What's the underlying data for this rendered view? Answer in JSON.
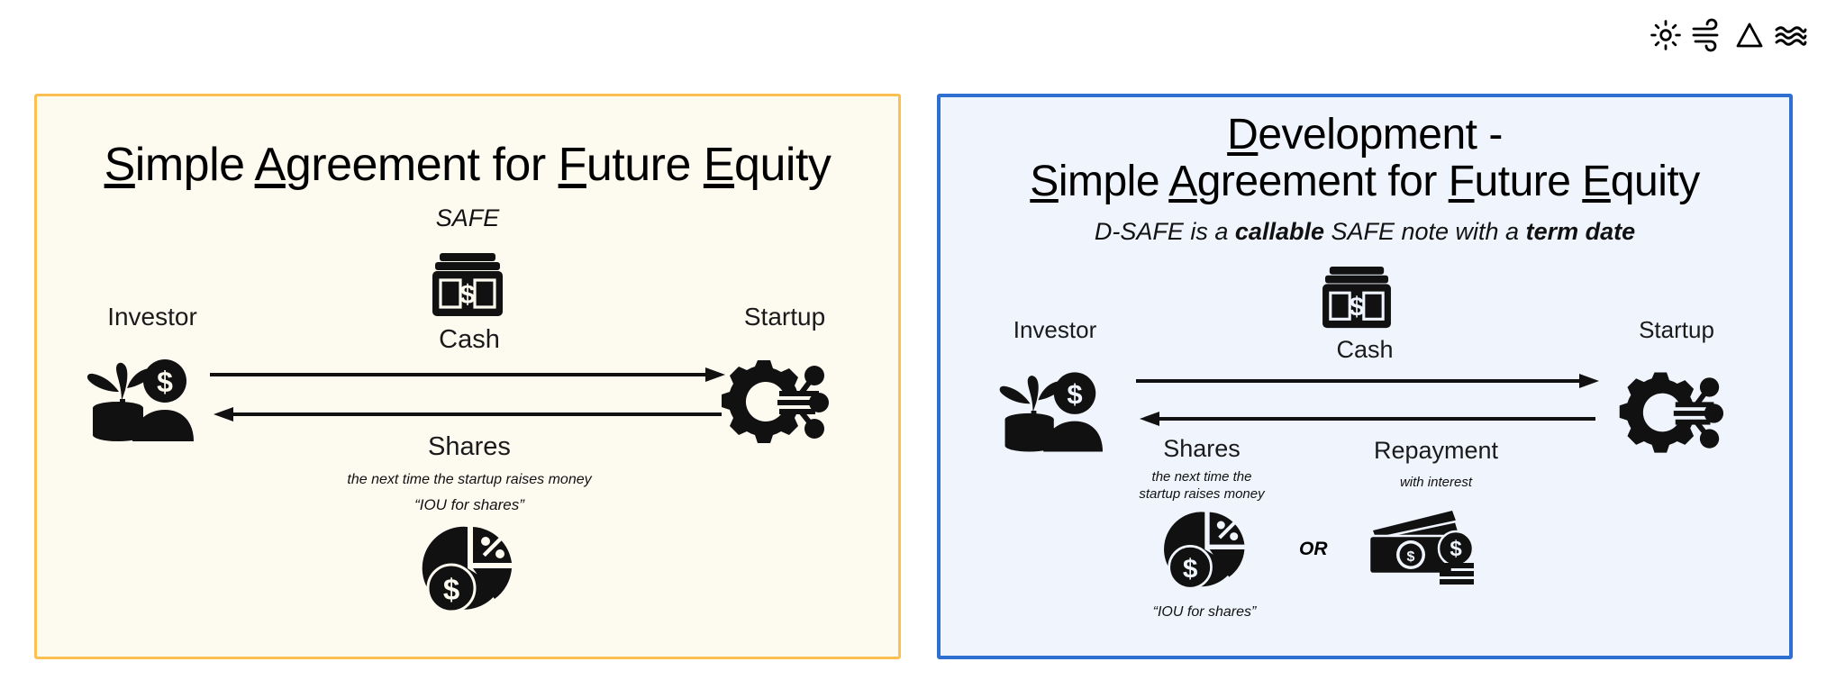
{
  "decor": {
    "icons": [
      {
        "name": "sun-icon",
        "label": "sun"
      },
      {
        "name": "wind-icon",
        "label": "wind"
      },
      {
        "name": "triangle-icon",
        "label": "triangle"
      },
      {
        "name": "waves-icon",
        "label": "waves"
      }
    ]
  },
  "colors": {
    "safe_border": "#FBBF52",
    "safe_background": "#FDFAF0",
    "dsafe_border": "#2F6FD0",
    "dsafe_background": "#EFF4FD",
    "ink": "#000000"
  },
  "safe_panel": {
    "title_parts": [
      {
        "u": "S",
        "rest": "imple "
      },
      {
        "u": "A",
        "rest": "greement "
      },
      {
        "u": "",
        "rest": "for "
      },
      {
        "u": "F",
        "rest": "uture "
      },
      {
        "u": "E",
        "rest": "quity"
      }
    ],
    "title_plain": "Simple Agreement for Future Equity",
    "subtitle": "SAFE",
    "investor_label": "Investor",
    "startup_label": "Startup",
    "cash_label": "Cash",
    "shares_label": "Shares",
    "shares_note": "the next time the startup raises money",
    "iou_note": "“IOU for shares”",
    "icons": {
      "investor": "investor-icon",
      "startup": "startup-gear-icon",
      "cash": "cash-banknote-icon",
      "shares": "pie-chart-dollar-icon"
    }
  },
  "dsafe_panel": {
    "title_line1_parts": [
      {
        "u": "D",
        "rest": "evelopment -"
      }
    ],
    "title_line1_plain": "Development -",
    "title_line2_parts": [
      {
        "u": "S",
        "rest": "imple "
      },
      {
        "u": "A",
        "rest": "greement "
      },
      {
        "u": "",
        "rest": "for "
      },
      {
        "u": "F",
        "rest": "uture "
      },
      {
        "u": "E",
        "rest": "quity"
      }
    ],
    "title_line2_plain": "Simple Agreement for Future Equity",
    "subtitle_segments": [
      {
        "text": "D-SAFE is a ",
        "bold": false
      },
      {
        "text": "callable",
        "bold": true
      },
      {
        "text": " SAFE note with a ",
        "bold": false
      },
      {
        "text": "term date",
        "bold": true
      }
    ],
    "subtitle_plain": "D-SAFE is a callable SAFE note with a term date",
    "investor_label": "Investor",
    "startup_label": "Startup",
    "cash_label": "Cash",
    "shares_label": "Shares",
    "shares_note_line1": "the next time the",
    "shares_note_line2": "startup raises money",
    "repayment_label": "Repayment",
    "repayment_note": "with interest",
    "or_label": "OR",
    "iou_note": "“IOU for shares”",
    "icons": {
      "investor": "investor-icon",
      "startup": "startup-gear-icon",
      "cash": "cash-banknote-icon",
      "shares": "pie-chart-dollar-icon",
      "repayment": "money-bills-icon"
    }
  }
}
